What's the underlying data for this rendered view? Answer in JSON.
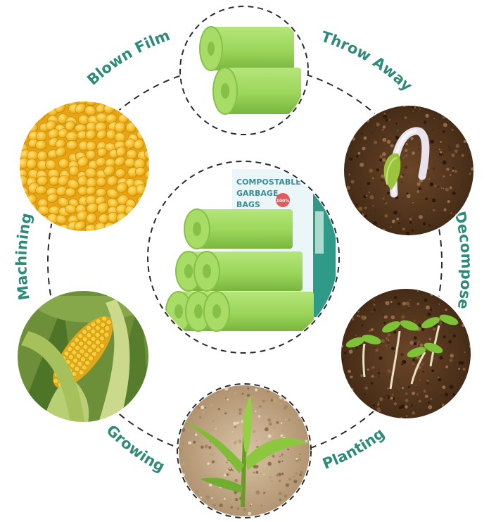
{
  "center": {
    "box_lines": [
      "COMPOSTABLE",
      "GARBAGE",
      "BAGS"
    ],
    "badge": "100%"
  },
  "stages": [
    {
      "id": "blown-film",
      "label": "Blown Film"
    },
    {
      "id": "throw-away",
      "label": "Throw Away"
    },
    {
      "id": "decompose",
      "label": "Decompose"
    },
    {
      "id": "planting",
      "label": "Planting"
    },
    {
      "id": "growing",
      "label": "Growing"
    },
    {
      "id": "machining",
      "label": "Machining"
    }
  ],
  "colors": {
    "label": "#2e8b7a",
    "dash_ring": "#2b2b2b",
    "bag_green": "#9bd65a",
    "bag_dark": "#6fae35",
    "soil": "#5a3a22",
    "corn": "#f2b51c",
    "box_teal": "#3aa79a"
  }
}
